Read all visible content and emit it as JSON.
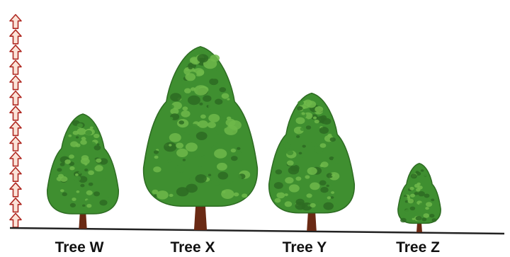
{
  "colors": {
    "arrow_fill": "#fbe3d8",
    "arrow_stroke": "#b02a23",
    "foliage_dark": "#2d6b22",
    "foliage_mid": "#3f8f30",
    "foliage_light": "#6fb84a",
    "trunk": "#6a2a14",
    "ground": "#222222",
    "label": "#111111"
  },
  "scale": {
    "icon": "up-arrow-icon",
    "arrow_count": 14
  },
  "trees": [
    {
      "label": "Tree W",
      "height_arrows": 7.5
    },
    {
      "label": "Tree X",
      "height_arrows": 12
    },
    {
      "label": "Tree Y",
      "height_arrows": 9
    },
    {
      "label": "Tree Z",
      "height_arrows": 4.5
    }
  ]
}
